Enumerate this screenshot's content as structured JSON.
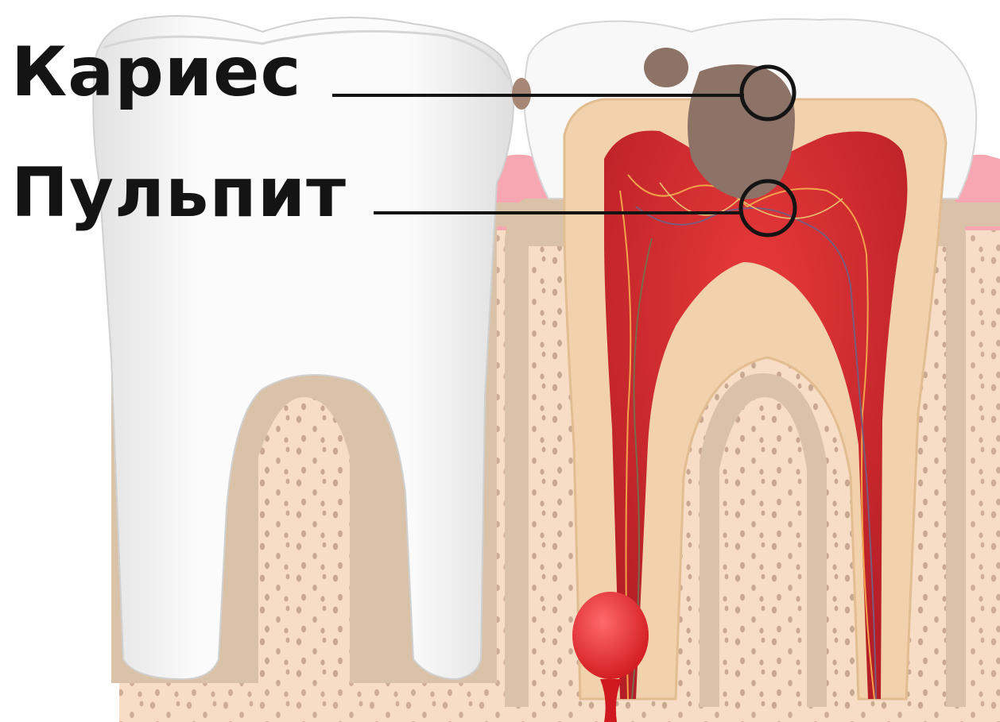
{
  "labels": {
    "caries": "Кариес",
    "pulpitis": "Пульпит"
  },
  "colors": {
    "enamel": "#f6f6f6",
    "dentin": "#f1d2ac",
    "pulp": "#d8202a",
    "pulp_inner": "#c03030",
    "caries": "#8d7367",
    "gum": "#f7a7b2",
    "bone": "#f7ddc6",
    "bone_dots": "#c8a891",
    "periodontium": "#d9c2a8",
    "callout": "#141414"
  },
  "icons": {
    "caries_marker": "circle-outline",
    "pulpitis_marker": "circle-outline"
  }
}
